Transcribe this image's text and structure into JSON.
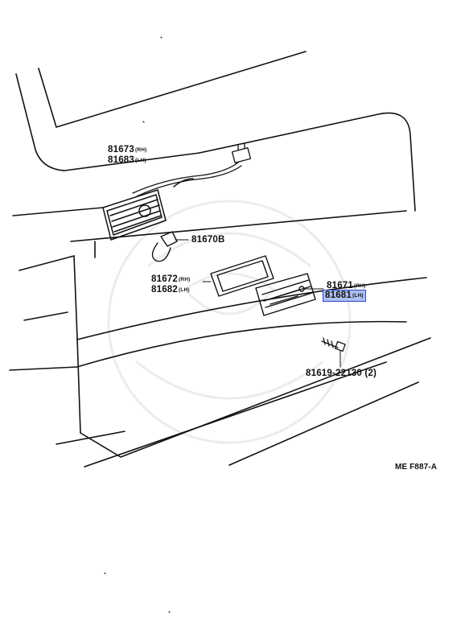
{
  "parts": {
    "p81673": {
      "number": "81673",
      "side": "(RH)"
    },
    "p81683": {
      "number": "81683",
      "side": "(LH)"
    },
    "p81670B": {
      "number": "81670B"
    },
    "p81672": {
      "number": "81672",
      "side": "(RH)"
    },
    "p81682": {
      "number": "81682",
      "side": "(LH)"
    },
    "p81671": {
      "number": "81671",
      "side": "(RH)"
    },
    "p81681": {
      "number": "81681",
      "side": "(LH)"
    },
    "p81619": {
      "number": "81619-22130 (2)"
    }
  },
  "diagram_ref": "ME F887-A",
  "highlight_color": "#aebff2",
  "highlight_border": "#2d46c8"
}
